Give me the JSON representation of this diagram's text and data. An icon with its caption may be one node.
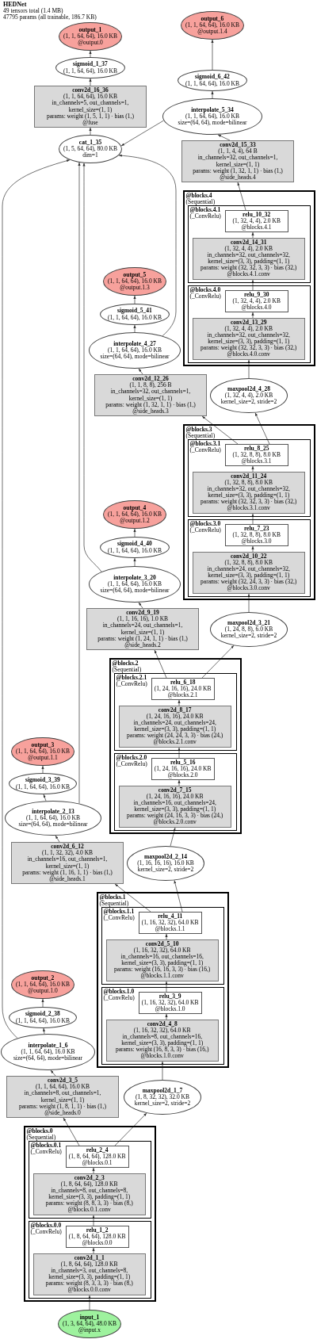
{
  "diagram": {
    "title": "HEDNet",
    "labels": [
      "49 tensors total (1.4 MB)",
      "47795 params (all trainable, 186.7 KB)"
    ],
    "nodes": [
      {
        "text": [
          "output_6",
          "(1, 1, 64, 64), 16.0 KB",
          "@output.1.4"
        ]
      },
      {
        "text": [
          "output_1",
          "(1, 1, 64, 64), 16.0 KB",
          "@output.0"
        ]
      },
      {
        "text": [
          "sigmoid_1_37",
          "(1, 1, 64, 64), 16.0 KB"
        ]
      },
      {
        "text": [
          "conv2d_16_36",
          "(1, 1, 64, 64), 16.0 KB",
          "in_channels=5, out_channels=1, kernel_size=(1, 1)",
          "params: weight (1, 5, 1, 1) · bias (1,)",
          "@fuse"
        ]
      },
      {
        "text": [
          "cat_1_35",
          "(1, 5, 64, 64), 80.0 KB",
          "dim=1"
        ]
      },
      {
        "text": [
          "sigmoid_6_42",
          "(1, 1, 64, 64), 16.0 KB"
        ]
      },
      {
        "text": [
          "interpolate_5_34",
          "(1, 1, 64, 64), 16.0 KB",
          "size=(64, 64), mode=bilinear"
        ]
      },
      {
        "text": [
          "conv2d_15_33",
          "(1, 1, 4, 4), 64 B",
          "in_channels=32, out_channels=1, kernel_size=(1, 1)",
          "params: weight (1, 32, 1, 1) · bias (1,)",
          "@side_heads.4"
        ]
      },
      {
        "text": [
          "@blocks.4",
          "(Sequential)"
        ]
      },
      {
        "text": [
          "@blocks.4.1",
          "(_ConvRelu)"
        ],
        "in": 8
      },
      {
        "text": [
          "relu_10_32",
          "(1, 32, 4, 4), 2.0 KB",
          "@blocks.4.1"
        ],
        "in": 9
      },
      {
        "text": [
          "conv2d_14_31",
          "(1, 32, 4, 4), 2.0 KB",
          "in_channels=32, out_channels=32, kernel_size=(3, 3), padding=(1, 1)",
          "params: weight (32, 32, 3, 3) · bias (32,)",
          "@blocks.4.1.conv"
        ],
        "in": 9
      },
      {
        "text": [
          "@blocks.4.0",
          "(_ConvRelu)"
        ],
        "in": 8
      },
      {
        "text": [
          "relu_9_30",
          "(1, 32, 4, 4), 2.0 KB",
          "@blocks.4.0"
        ],
        "in": 12
      },
      {
        "text": [
          "conv2d_13_29",
          "(1, 32, 4, 4), 2.0 KB",
          "in_channels=32, out_channels=32, kernel_size=(3, 3), padding=(1, 1)",
          "params: weight (32, 32, 3, 3) · bias (32,)",
          "@blocks.4.0.conv"
        ],
        "in": 12
      },
      {
        "text": [
          "output_5",
          "(1, 1, 64, 64), 16.0 KB",
          "@output.1.3"
        ]
      },
      {
        "text": [
          "sigmoid_5_41",
          "(1, 1, 64, 64), 16.0 KB"
        ]
      },
      {
        "text": [
          "interpolate_4_27",
          "(1, 1, 64, 64), 16.0 KB",
          "size=(64, 64), mode=bilinear"
        ]
      },
      {
        "text": [
          "conv2d_12_26",
          "(1, 1, 8, 8), 256 B",
          "in_channels=32, out_channels=1, kernel_size=(1, 1)",
          "params: weight (1, 32, 1, 1) · bias (1,)",
          "@side_heads.3"
        ]
      },
      {
        "text": [
          "maxpool2d_4_28",
          "(1, 32, 4, 4), 2.0 KB",
          "kernel_size=2, stride=2"
        ]
      },
      {
        "text": [
          "@blocks.3",
          "(Sequential)"
        ]
      },
      {
        "text": [
          "@blocks.3.1",
          "(_ConvRelu)"
        ],
        "in": 20
      },
      {
        "text": [
          "relu_8_25",
          "(1, 32, 8, 8), 8.0 KB",
          "@blocks.3.1"
        ],
        "in": 21
      },
      {
        "text": [
          "conv2d_11_24",
          "(1, 32, 8, 8), 8.0 KB",
          "in_channels=32, out_channels=32, kernel_size=(3, 3), padding=(1, 1)",
          "params: weight (32, 32, 3, 3) · bias (32,)",
          "@blocks.3.1.conv"
        ],
        "in": 21
      },
      {
        "text": [
          "@blocks.3.0",
          "(_ConvRelu)"
        ],
        "in": 20
      },
      {
        "text": [
          "relu_7_23",
          "(1, 32, 8, 8), 8.0 KB",
          "@blocks.3.0"
        ],
        "in": 24
      },
      {
        "text": [
          "conv2d_10_22",
          "(1, 32, 8, 8), 8.0 KB",
          "in_channels=24, out_channels=32, kernel_size=(3, 3), padding=(1, 1)",
          "params: weight (32, 24, 3, 3) · bias (32,)",
          "@blocks.3.0.conv"
        ],
        "in": 24
      },
      {
        "text": [
          "output_4",
          "(1, 1, 64, 64), 16.0 KB",
          "@output.1.2"
        ]
      },
      {
        "text": [
          "sigmoid_4_40",
          "(1, 1, 64, 64), 16.0 KB"
        ]
      },
      {
        "text": [
          "interpolate_3_20",
          "(1, 1, 64, 64), 16.0 KB",
          "size=(64, 64), mode=bilinear"
        ]
      },
      {
        "text": [
          "conv2d_9_19",
          "(1, 1, 16, 16), 1.0 KB",
          "in_channels=24, out_channels=1, kernel_size=(1, 1)",
          "params: weight (1, 24, 1, 1) · bias (1,)",
          "@side_heads.2"
        ]
      },
      {
        "text": [
          "maxpool2d_3_21",
          "(1, 24, 8, 8), 6.0 KB",
          "kernel_size=2, stride=2"
        ]
      },
      {
        "text": [
          "@blocks.2",
          "(Sequential)"
        ]
      },
      {
        "text": [
          "@blocks.2.1",
          "(_ConvRelu)"
        ],
        "in": 32
      },
      {
        "text": [
          "relu_6_18",
          "(1, 24, 16, 16), 24.0 KB",
          "@blocks.2.1"
        ],
        "in": 33
      },
      {
        "text": [
          "conv2d_8_17",
          "(1, 24, 16, 16), 24.0 KB",
          "in_channels=24, out_channels=24, kernel_size=(3, 3), padding=(1, 1)",
          "params: weight (24, 24, 3, 3) · bias (24,)",
          "@blocks.2.1.conv"
        ],
        "in": 33
      },
      {
        "text": [
          "@blocks.2.0",
          "(_ConvRelu)"
        ],
        "in": 32
      },
      {
        "text": [
          "relu_5_16",
          "(1, 24, 16, 16), 24.0 KB",
          "@blocks.2.0"
        ],
        "in": 36
      },
      {
        "text": [
          "conv2d_7_15",
          "(1, 24, 16, 16), 24.0 KB",
          "in_channels=16, out_channels=24, kernel_size=(3, 3), padding=(1, 1)",
          "params: weight (24, 16, 3, 3) · bias (24,)",
          "@blocks.2.0.conv"
        ],
        "in": 36
      },
      {
        "text": [
          "output_3",
          "(1, 1, 64, 64), 16.0 KB",
          "@output.1.1"
        ]
      },
      {
        "text": [
          "sigmoid_3_39",
          "(1, 1, 64, 64), 16.0 KB"
        ]
      },
      {
        "text": [
          "interpolate_2_13",
          "(1, 1, 64, 64), 16.0 KB",
          "size=(64, 64), mode=bilinear"
        ]
      },
      {
        "text": [
          "conv2d_6_12",
          "(1, 1, 32, 32), 4.0 KB",
          "in_channels=16, out_channels=1, kernel_size=(1, 1)",
          "params: weight (1, 16, 1, 1) · bias (1,)",
          "@side_heads.1"
        ]
      },
      {
        "text": [
          "maxpool2d_2_14",
          "(1, 16, 16, 16), 16.0 KB",
          "kernel_size=2, stride=2"
        ]
      },
      {
        "text": [
          "@blocks.1",
          "(Sequential)"
        ]
      },
      {
        "text": [
          "@blocks.1.1",
          "(_ConvRelu)"
        ],
        "in": 44
      },
      {
        "text": [
          "relu_4_11",
          "(1, 16, 32, 32), 64.0 KB",
          "@blocks.1.1"
        ],
        "in": 45
      },
      {
        "text": [
          "conv2d_5_10",
          "(1, 16, 32, 32), 64.0 KB",
          "in_channels=16, out_channels=16, kernel_size=(3, 3), padding=(1, 1)",
          "params: weight (16, 16, 3, 3) · bias (16,)",
          "@blocks.1.1.conv"
        ],
        "in": 45
      },
      {
        "text": [
          "@blocks.1.0",
          "(_ConvRelu)"
        ],
        "in": 44
      },
      {
        "text": [
          "relu_3_9",
          "(1, 16, 32, 32), 64.0 KB",
          "@blocks.1.0"
        ],
        "in": 48
      },
      {
        "text": [
          "conv2d_4_8",
          "(1, 16, 32, 32), 64.0 KB",
          "in_channels=8, out_channels=16, kernel_size=(3, 3), padding=(1, 1)",
          "params: weight (16, 8, 3, 3) · bias (16,)",
          "@blocks.1.0.conv"
        ],
        "in": 48
      },
      {
        "text": [
          "output_2",
          "(1, 1, 64, 64), 16.0 KB",
          "@output.1.0"
        ]
      },
      {
        "text": [
          "sigmoid_2_38",
          "(1, 1, 64, 64), 16.0 KB"
        ]
      },
      {
        "text": [
          "interpolate_1_6",
          "(1, 1, 64, 64), 16.0 KB",
          "size=(64, 64), mode=bilinear"
        ]
      },
      {
        "text": [
          "conv2d_3_5",
          "(1, 1, 64, 64), 16.0 KB",
          "in_channels=8, out_channels=1, kernel_size=(1, 1)",
          "params: weight (1, 8, 1, 1) · bias (1,)",
          "@side_heads.0"
        ]
      },
      {
        "text": [
          "maxpool2d_1_7",
          "(1, 8, 32, 32), 32.0 KB",
          "kernel_size=2, stride=2"
        ]
      },
      {
        "text": [
          "@blocks.0",
          "(Sequential)"
        ]
      },
      {
        "text": [
          "@blocks.0.1",
          "(_ConvRelu)"
        ],
        "in": 56
      },
      {
        "text": [
          "relu_2_4",
          "(1, 8, 64, 64), 128.0 KB",
          "@blocks.0.1"
        ],
        "in": 57
      },
      {
        "text": [
          "conv2d_2_3",
          "(1, 8, 64, 64), 128.0 KB",
          "in_channels=8, out_channels=8, kernel_size=(3, 3), padding=(1, 1)",
          "params: weight (8, 8, 3, 3) · bias (8,)",
          "@blocks.0.1.conv"
        ],
        "in": 57
      },
      {
        "text": [
          "@blocks.0.0",
          "(_ConvRelu)"
        ],
        "in": 56
      },
      {
        "text": [
          "relu_1_2",
          "(1, 8, 64, 64), 128.0 KB",
          "@blocks.0.0"
        ],
        "in": 60
      },
      {
        "text": [
          "conv2d_1_1",
          "(1, 8, 64, 64), 128.0 KB",
          "in_channels=3, out_channels=8, kernel_size=(3, 3), padding=(1, 1)",
          "params: weight (8, 3, 3, 3) · bias (8,)",
          "@blocks.0.0.conv"
        ],
        "in": 60
      },
      {
        "text": [
          "input_1",
          "(1, 3, 64, 64), 48.0 KB",
          "@input.x"
        ]
      }
    ],
    "edges": [
      {
        "from": 63,
        "to": 62,
        "arrow": "to"
      },
      {
        "from": 62,
        "to": 61,
        "arrow": "to"
      },
      {
        "from": 61,
        "to": 59,
        "arrow": "to"
      },
      {
        "from": 59,
        "to": 58,
        "arrow": "to"
      },
      {
        "from": 58,
        "to": 54,
        "arrow": "to"
      },
      {
        "from": 58,
        "to": 55,
        "arrow": "to"
      },
      {
        "from": 55,
        "to": 50,
        "arrow": "to"
      },
      {
        "from": 50,
        "to": 49,
        "arrow": "to"
      },
      {
        "from": 49,
        "to": 47,
        "arrow": "to"
      },
      {
        "from": 47,
        "to": 46,
        "arrow": "to"
      },
      {
        "from": 46,
        "to": 42,
        "arrow": "to"
      },
      {
        "from": 46,
        "to": 43,
        "arrow": "to"
      },
      {
        "from": 54,
        "to": 53,
        "arrow": "to"
      },
      {
        "from": 53,
        "to": 52,
        "arrow": "to"
      },
      {
        "from": 52,
        "to": 51,
        "arrow": "to"
      },
      {
        "from": 53,
        "to": 4,
        "arrow": "to"
      },
      {
        "from": 43,
        "to": 38,
        "arrow": "to"
      },
      {
        "from": 38,
        "to": 37,
        "arrow": "to"
      },
      {
        "from": 37,
        "to": 35,
        "arrow": "to"
      },
      {
        "from": 35,
        "to": 34,
        "arrow": "to"
      },
      {
        "from": 34,
        "to": 30,
        "arrow": "to"
      },
      {
        "from": 34,
        "to": 31,
        "arrow": "to"
      },
      {
        "from": 42,
        "to": 41,
        "arrow": "to"
      },
      {
        "from": 41,
        "to": 40,
        "arrow": "to"
      },
      {
        "from": 40,
        "to": 39,
        "arrow": "to"
      },
      {
        "from": 41,
        "to": 4,
        "arrow": "to"
      },
      {
        "from": 31,
        "to": 26,
        "arrow": "to"
      },
      {
        "from": 26,
        "to": 25,
        "arrow": "to"
      },
      {
        "from": 25,
        "to": 23,
        "arrow": "to"
      },
      {
        "from": 23,
        "to": 22,
        "arrow": "to"
      },
      {
        "from": 22,
        "to": 18,
        "arrow": "to"
      },
      {
        "from": 22,
        "to": 19,
        "arrow": "to"
      },
      {
        "from": 30,
        "to": 29,
        "arrow": "to"
      },
      {
        "from": 29,
        "to": 28,
        "arrow": "to"
      },
      {
        "from": 28,
        "to": 27,
        "arrow": "to"
      },
      {
        "from": 29,
        "to": 4,
        "arrow": "to"
      },
      {
        "from": 19,
        "to": 14,
        "arrow": "to"
      },
      {
        "from": 14,
        "to": 13,
        "arrow": "to"
      },
      {
        "from": 13,
        "to": 11,
        "arrow": "to"
      },
      {
        "from": 11,
        "to": 10,
        "arrow": "to"
      },
      {
        "from": 10,
        "to": 7,
        "arrow": "to"
      },
      {
        "from": 18,
        "to": 17,
        "arrow": "to"
      },
      {
        "from": 17,
        "to": 16,
        "arrow": "to"
      },
      {
        "from": 16,
        "to": 15,
        "arrow": "to"
      },
      {
        "from": 17,
        "to": 4,
        "arrow": "to"
      },
      {
        "from": 7,
        "to": 6,
        "arrow": "to"
      },
      {
        "from": 6,
        "to": 5,
        "arrow": "to"
      },
      {
        "from": 5,
        "to": 0,
        "arrow": "to"
      },
      {
        "from": 6,
        "to": 4,
        "arrow": "to"
      },
      {
        "from": 4,
        "to": 3,
        "arrow": "to"
      },
      {
        "from": 3,
        "to": 2,
        "arrow": "to"
      },
      {
        "from": 2,
        "to": 1,
        "arrow": "to"
      }
    ]
  }
}
